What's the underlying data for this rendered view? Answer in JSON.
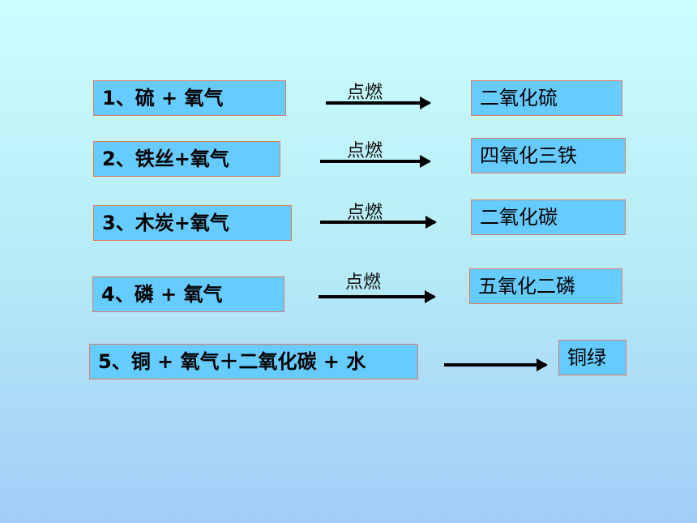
{
  "reactions": [
    {
      "reactants": "1、硫 +  氧气",
      "condition": "点燃",
      "product": "二氧化硫"
    },
    {
      "reactants": "2、铁丝+氧气",
      "condition": "点燃",
      "product": "四氧化三铁"
    },
    {
      "reactants": "3、木炭+氧气",
      "condition": "点燃",
      "product": "二氧化碳"
    },
    {
      "reactants": "4、磷  + 氧气",
      "condition": "点燃",
      "product": "五氧化二磷"
    },
    {
      "reactants": "5、铜  + 氧气＋二氧化碳  + 水",
      "condition": "",
      "product": "铜绿"
    }
  ],
  "colors": {
    "box_fill": "#66ccff",
    "box_border": "#e07a5f",
    "arrow": "#000000"
  }
}
